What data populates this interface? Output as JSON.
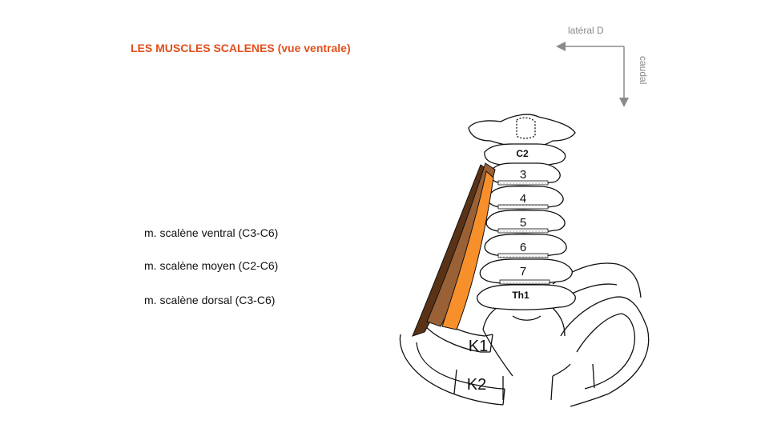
{
  "title": "LES MUSCLES SCALENES (vue ventrale)",
  "orientation": {
    "lateral_label": "latéral D",
    "caudal_label": "caudal"
  },
  "legend": [
    {
      "label": "m. scalène ventral  (C3-C6)",
      "color": "#f7902b"
    },
    {
      "label": "m. scalène moyen  (C2-C6)",
      "color": "#9a6136"
    },
    {
      "label": "m. scalène dorsal (C3-C6)",
      "color": "#5a3216"
    }
  ],
  "vertebrae": {
    "c2": "C2",
    "c3": "3",
    "c4": "4",
    "c5": "5",
    "c6": "6",
    "c7": "7",
    "th1": "Th1"
  },
  "ribs": {
    "k1": "K1",
    "k2": "K2"
  },
  "colors": {
    "title": "#e0501e",
    "arrow": "#8a8a8a"
  }
}
